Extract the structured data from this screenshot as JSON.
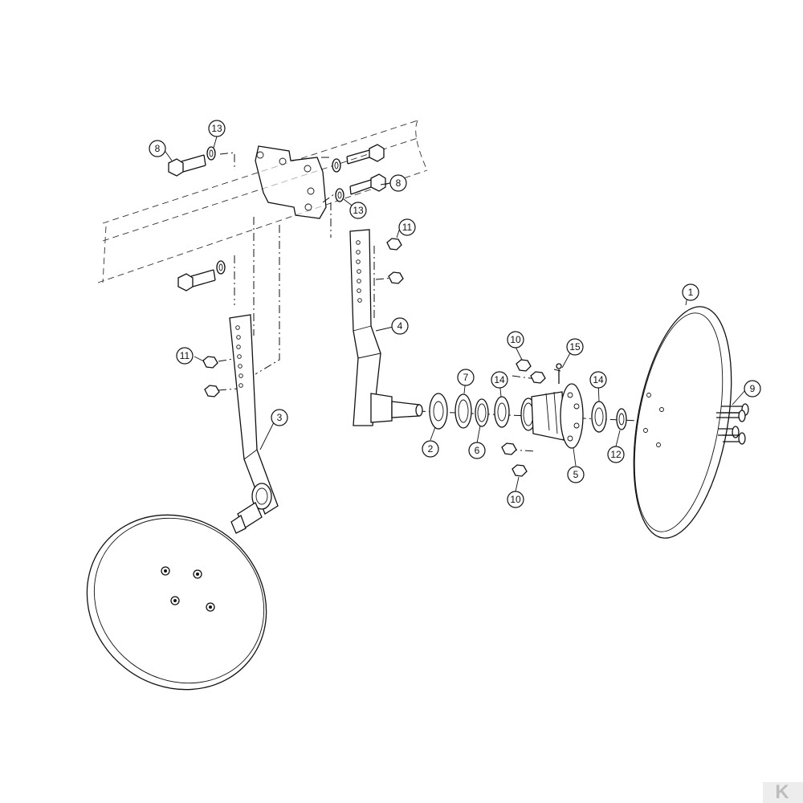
{
  "callouts": [
    "1",
    "2",
    "3",
    "4",
    "5",
    "6",
    "7",
    "8",
    "9",
    "10",
    "11",
    "12",
    "13",
    "14",
    "15"
  ],
  "logo_text": "K"
}
